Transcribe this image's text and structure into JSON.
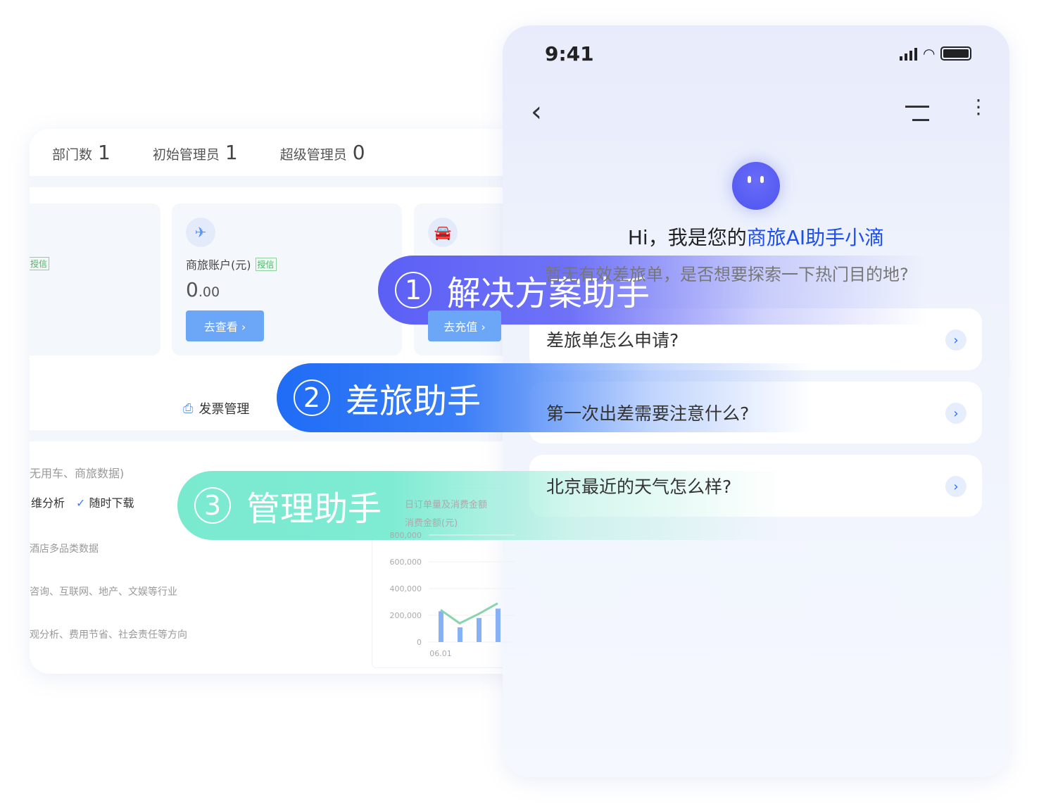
{
  "dashboard": {
    "stats": [
      {
        "label": "部门数",
        "value": "1"
      },
      {
        "label": "初始管理员",
        "value": "1"
      },
      {
        "label": "超级管理员",
        "value": "0"
      }
    ],
    "card1": {
      "tag": "授信"
    },
    "card2": {
      "title": "商旅账户(元)",
      "tag": "授信",
      "amount_int": "0",
      "amount_dec": ".00",
      "button": "去查看 ›",
      "icon": "plane-icon"
    },
    "card3": {
      "button": "去充值 ›",
      "icon": "car-icon"
    },
    "invoice": "发票管理",
    "texts": {
      "t1": "无用车、商旅数据)",
      "t2": "维分析",
      "t3": "随时下载",
      "t4": "酒店多品类数据",
      "t5": "咨询、互联网、地产、文娱等行业",
      "t6": "观分析、费用节省、社会责任等方向"
    },
    "chart_data": {
      "type": "bar",
      "title": "日订单量及消费金额",
      "ylabel": "消费金额(元)",
      "yticks": [
        "0",
        "200,000",
        "400,000",
        "600,000",
        "800,000"
      ],
      "categories": [
        "06.01",
        "",
        "",
        ""
      ],
      "values": [
        230000,
        110000,
        180000,
        250000
      ],
      "line": [
        240000,
        140000,
        210000,
        290000
      ],
      "ylim": [
        0,
        800000
      ]
    }
  },
  "phone": {
    "time": "9:41",
    "greeting": "Hi，我是您的",
    "assistant_name": "商旅AI助手小滴",
    "subtitle": "暂无有效差旅单，是否想要探索一下热门目的地?",
    "questions": [
      "差旅单怎么申请?",
      "第一次出差需要注意什么?",
      "北京最近的天气怎么样?"
    ]
  },
  "banners": [
    {
      "num": "1",
      "label": "解决方案助手",
      "color": "#5b5ff5"
    },
    {
      "num": "2",
      "label": "差旅助手",
      "color": "#1f6cf6"
    },
    {
      "num": "3",
      "label": "管理助手",
      "color": "#7aeacf"
    }
  ]
}
